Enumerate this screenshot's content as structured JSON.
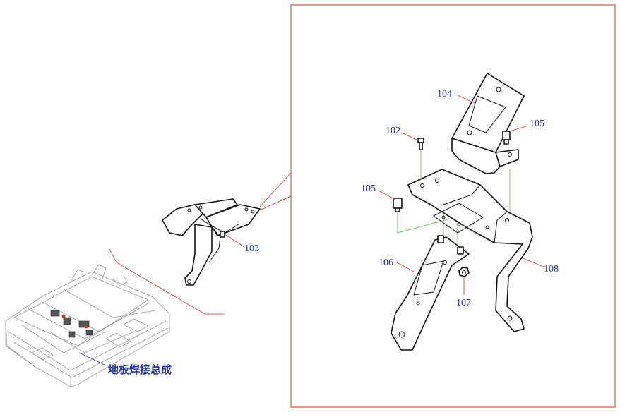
{
  "diagram": {
    "caption": "地板焊接总成",
    "callouts": {
      "c102": "102",
      "c103": "103",
      "c104": "104",
      "c105a": "105",
      "c105b": "105",
      "c106": "106",
      "c107": "107",
      "c108": "108"
    },
    "colors": {
      "frame": "#c0392b",
      "label": "#1f2fa3",
      "guide": "#7cc36b",
      "line": "#111111"
    }
  }
}
